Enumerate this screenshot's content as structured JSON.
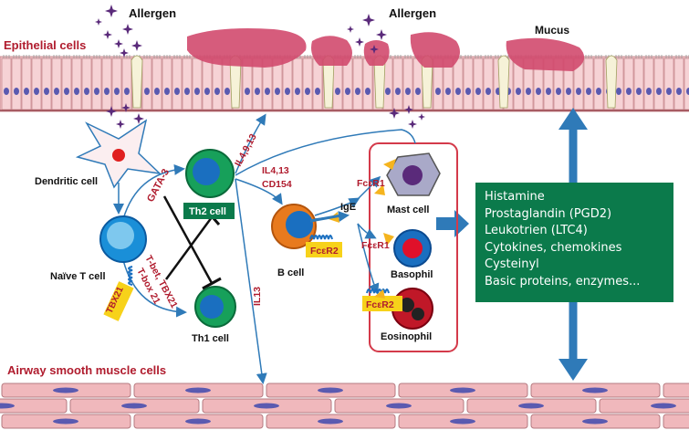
{
  "titles": {
    "allergen_left": "Allergen",
    "allergen_right": "Allergen",
    "mucus": "Mucus",
    "epithelial": "Epithelial cells",
    "smooth_muscle": "Airway smooth muscle cells"
  },
  "cells": {
    "dendritic": "Dendritic cell",
    "naive_t": "Naïve T cell",
    "th2": "Th2 cell",
    "th1": "Th1 cell",
    "b_cell": "B cell",
    "mast": "Mast cell",
    "basophil": "Basophil",
    "eosinophil": "Eosinophil"
  },
  "labels": {
    "gata3": "GATA-3",
    "tbet": "T-bet, TBX21",
    "tbox": "T-box 21",
    "tbx21_box": "TBX21",
    "il4913": "IL4,9,13",
    "il413": "IL4,13",
    "cd154": "CD154",
    "il13": "IL13",
    "ige": "IgE",
    "fcer1_a": "FcεR1",
    "fcer1_b": "FcεR1",
    "fcer2_b": "FcεR2",
    "fcer2_eos": "FcεR2"
  },
  "mediators": [
    "Histamine",
    "Prostaglandin (PGD2)",
    "Leukotrien (LTC4)",
    "Cytokines, chemokines",
    "Cysteinyl",
    "Basic proteins, enzymes..."
  ],
  "colors": {
    "epithelium": "#f2c4c8",
    "nucleus": "#5a5ab0",
    "mucus": "#d24a6e",
    "arrow": "#2f7ab8",
    "mediator_box": "#0b7a4b",
    "label_red": "#b01c2e",
    "allergen": "#5a2a7a",
    "receptor_box": "#f7d21a",
    "muscle": "#f0b8bc"
  }
}
